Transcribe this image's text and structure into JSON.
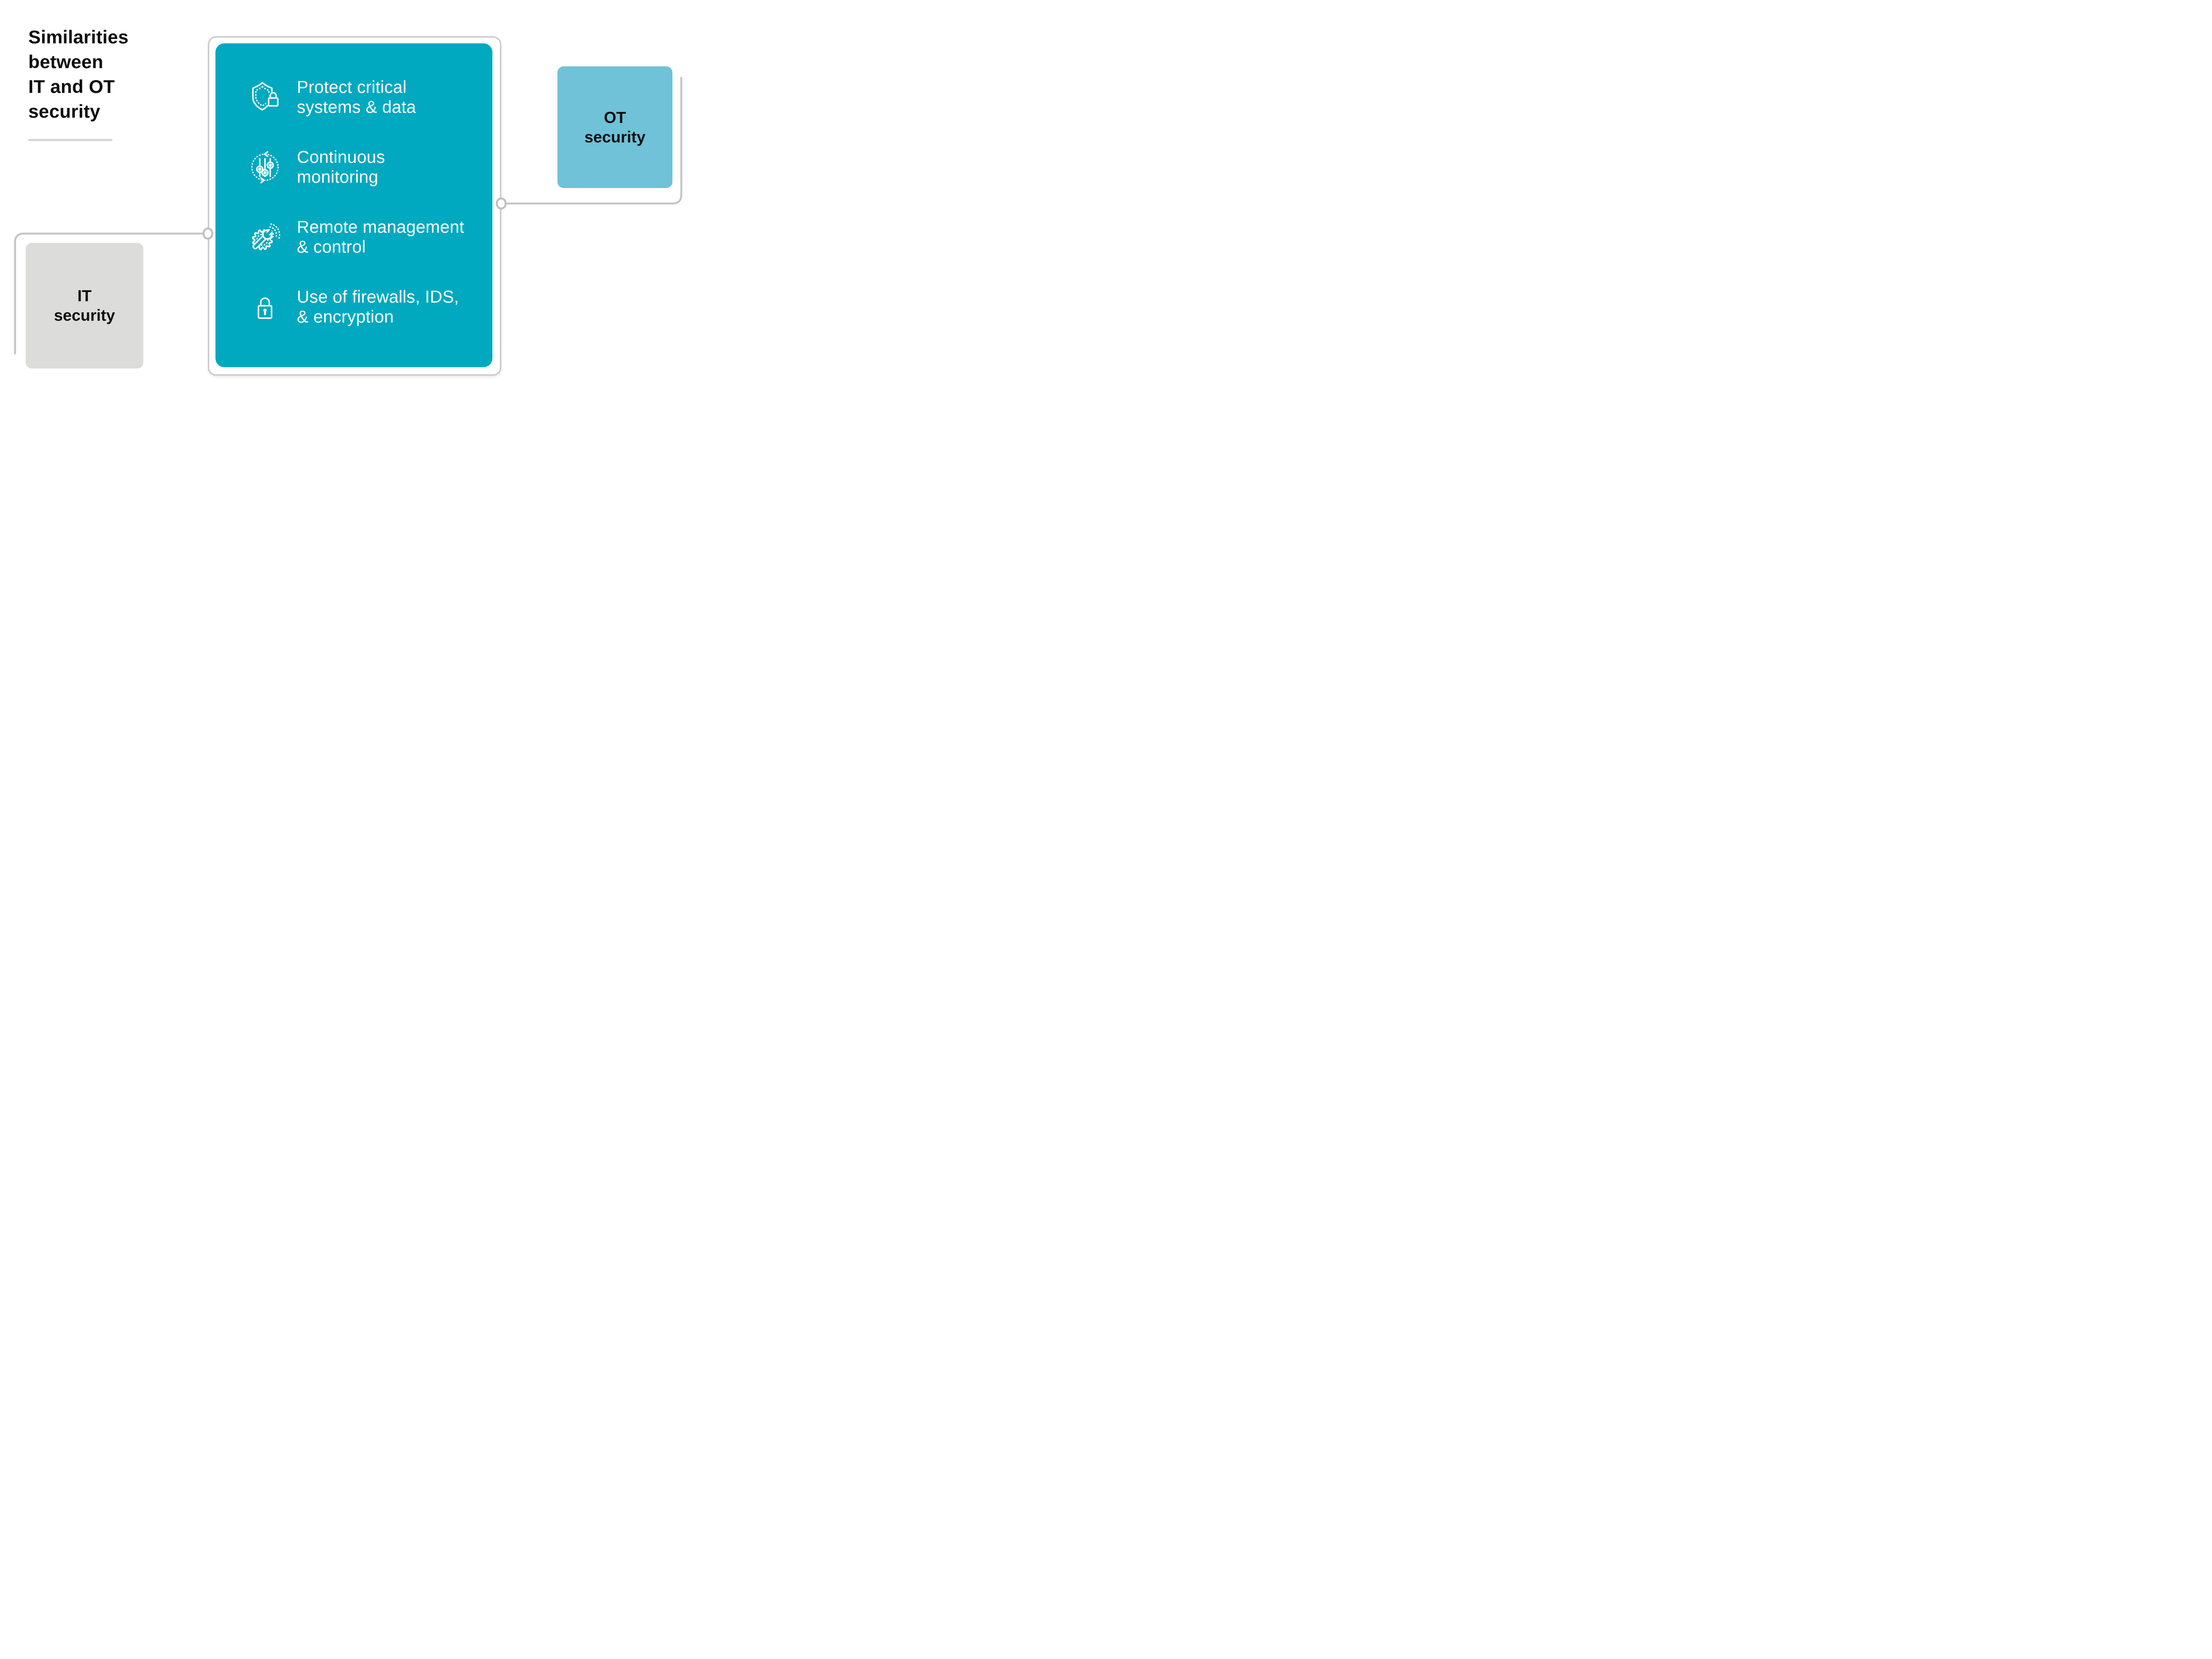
{
  "title": {
    "lines": [
      "Similarities",
      "between",
      "IT and OT",
      "security"
    ]
  },
  "colors": {
    "teal": "#00a9bf",
    "ot_blue": "#6fc2d7",
    "it_gray": "#dcdcda",
    "connector_gray": "#c6c6c6",
    "divider_gray": "#d8d8d8",
    "text_black": "#0d0d0d",
    "text_white": "#ffffff"
  },
  "center_card": {
    "items": [
      {
        "icon": "shield-lock-icon",
        "line1": "Protect critical",
        "line2": "systems & data"
      },
      {
        "icon": "sliders-monitoring-icon",
        "line1": "Continuous",
        "line2": "monitoring"
      },
      {
        "icon": "gear-wrench-icon",
        "line1": "Remote management",
        "line2": "& control"
      },
      {
        "icon": "padlock-icon",
        "line1": "Use of firewalls, IDS,",
        "line2": "& encryption"
      }
    ]
  },
  "it_box": {
    "line1": "IT",
    "line2": "security"
  },
  "ot_box": {
    "line1": "OT",
    "line2": "security"
  }
}
